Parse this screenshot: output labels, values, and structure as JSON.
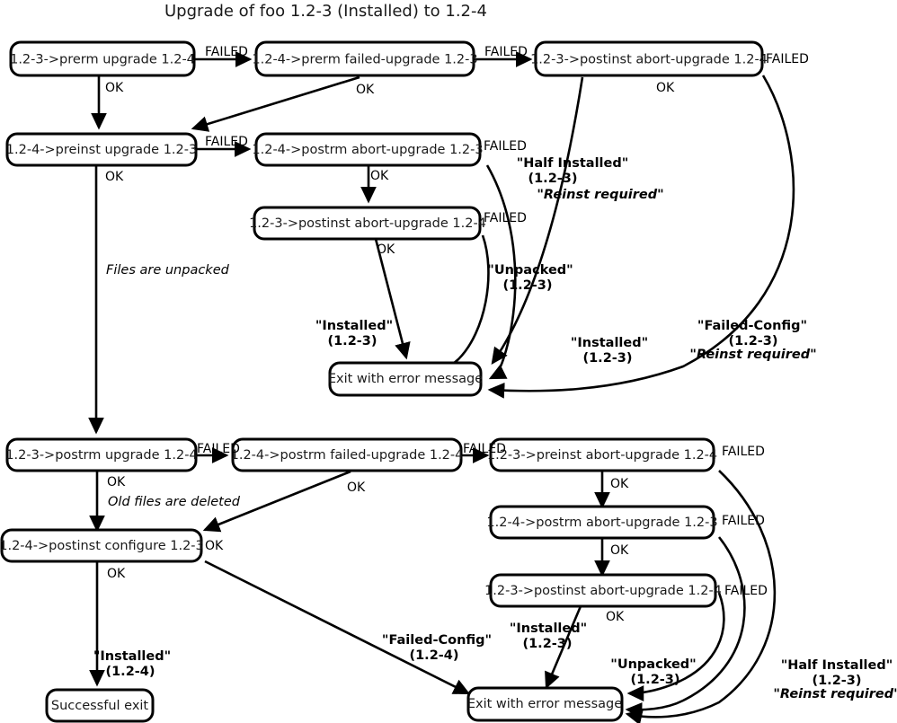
{
  "title": "Upgrade of foo 1.2-3 (Installed) to 1.2-4",
  "nodes": {
    "n1": {
      "label": "1.2-3->prerm upgrade 1.2-4"
    },
    "n2": {
      "label": "1.2-4->prerm failed-upgrade 1.2-3"
    },
    "n3": {
      "label": "1.2-3->postinst abort-upgrade 1.2-4"
    },
    "n4": {
      "label": "1.2-4->preinst upgrade 1.2-3"
    },
    "n5": {
      "label": "1.2-4->postrm abort-upgrade 1.2-3"
    },
    "n6": {
      "label": "1.2-3->postinst abort-upgrade 1.2-4"
    },
    "n7": {
      "label": "Exit with error message"
    },
    "n8": {
      "label": "1.2-3->postrm upgrade 1.2-4"
    },
    "n9": {
      "label": "1.2-4->postrm failed-upgrade 1.2-4"
    },
    "n10": {
      "label": "1.2-3->preinst abort-upgrade 1.2-4"
    },
    "n11": {
      "label": "1.2-4->postinst configure 1.2-3"
    },
    "n12": {
      "label": "1.2-4->postrm abort-upgrade 1.2-3"
    },
    "n13": {
      "label": "1.2-3->postinst abort-upgrade 1.2-4"
    },
    "n14": {
      "label": "Successful exit"
    },
    "n15": {
      "label": "Exit with error message"
    }
  },
  "edge_labels": {
    "e1": "FAILED",
    "e2": "FAILED",
    "e3": "FAILED",
    "e4": "OK",
    "e5": "OK",
    "e6": "OK",
    "e7": "FAILED",
    "e8": "OK",
    "e9": "OK",
    "e10": "FAILED",
    "e11": "OK",
    "e12": "FAILED",
    "e13": "OK",
    "e14": "FAILED",
    "e15": "FAILED",
    "e16": "OK",
    "e17": "OK",
    "e18": "FAILED",
    "e19": "OK",
    "e20": "FAILED",
    "e21": "OK",
    "e22": "FAILED",
    "e23": "OK",
    "e24": "OK"
  },
  "notes": {
    "unpacked_note": "Files are unpacked",
    "deleted_note": "Old files are deleted"
  },
  "state_labels": {
    "half_installed_top": {
      "line1": "\"Half Installed\"",
      "line2": "(1.2-3)",
      "line3": "\"Reinst required\""
    },
    "unpacked_mid": {
      "line1": "\"Unpacked\"",
      "line2": "(1.2-3)"
    },
    "installed_mid_left": {
      "line1": "\"Installed\"",
      "line2": "(1.2-3)"
    },
    "installed_mid_right": {
      "line1": "\"Installed\"",
      "line2": "(1.2-3)"
    },
    "failed_config_right": {
      "line1": "\"Failed-Config\"",
      "line2": "(1.2-3)",
      "line3": "\"Reinst required\""
    },
    "failed_config_bottom": {
      "line1": "\"Failed-Config\"",
      "line2": "(1.2-4)"
    },
    "installed_bottom_left": {
      "line1": "\"Installed\"",
      "line2": "(1.2-4)"
    },
    "installed_bottom_mid": {
      "line1": "\"Installed\"",
      "line2": "(1.2-3)"
    },
    "unpacked_bottom": {
      "line1": "\"Unpacked\"",
      "line2": "(1.2-3)"
    },
    "half_installed_bottom": {
      "line1": "\"Half Installed\"",
      "line2": "(1.2-3)",
      "line3": "\"Reinst required\""
    }
  },
  "colors": {
    "stroke": "#000000",
    "fill": "#ffffff",
    "text": "#1a1a1a"
  }
}
